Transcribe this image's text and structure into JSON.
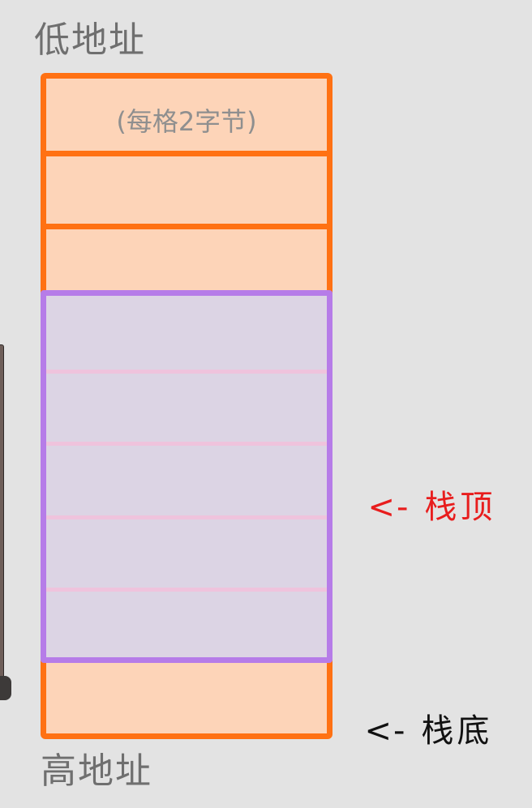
{
  "labels": {
    "low_address": "低地址",
    "high_address": "高地址",
    "cell_note": "(每格2字节)"
  },
  "pointers": {
    "stack_top": {
      "arrow": "<-",
      "text": "栈顶"
    },
    "stack_bottom": {
      "arrow": "<-",
      "text": "栈底"
    }
  },
  "colors": {
    "memory_fill": "#fdd4b8",
    "memory_border": "#ff7113",
    "stack_fill": "#dcd4e4",
    "stack_border": "#b67ce8",
    "stack_divider": "#efc3dc",
    "stack_top_label": "#e81d1d",
    "stack_bottom_label": "#111111",
    "address_label": "#6f6f6f"
  }
}
